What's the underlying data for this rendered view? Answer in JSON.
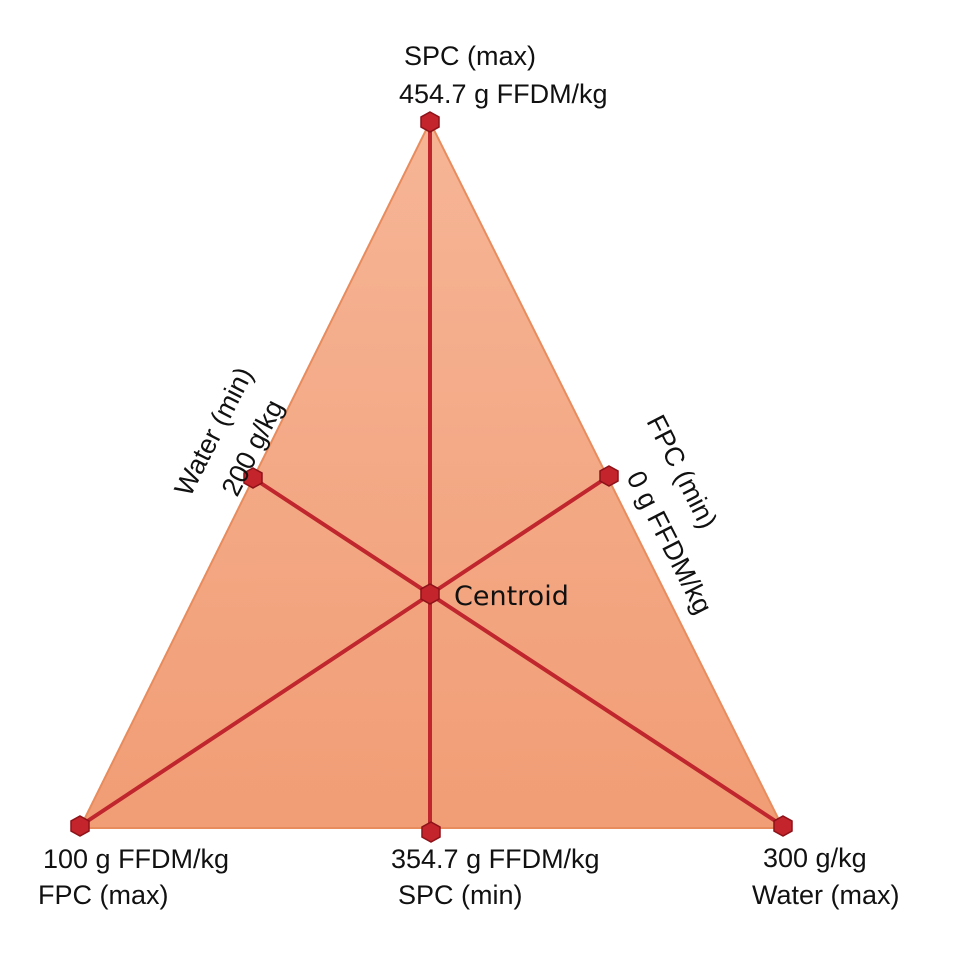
{
  "colors": {
    "triangle_fill": "#f4a882",
    "triangle_edge": "#e88c5e",
    "line": "#c0262d",
    "marker": "#c4242b",
    "marker_edge": "#8e1219",
    "text": "#111111"
  },
  "points": {
    "spc_max": {
      "name": "SPC  (max)",
      "value": "454.7 g FFDM/kg"
    },
    "water_min": {
      "name": "Water (min)",
      "value": "200 g/kg"
    },
    "fpc_min": {
      "name": "FPC (min)",
      "value": "0  g FFDM/kg"
    },
    "centroid": {
      "name": "Centroid"
    },
    "fpc_max": {
      "name": "FPC  (max)",
      "value": "100 g FFDM/kg"
    },
    "spc_min": {
      "name": "SPC (min)",
      "value": "354.7 g FFDM/kg"
    },
    "water_max": {
      "name": "Water  (max)",
      "value": "300 g/kg"
    }
  }
}
